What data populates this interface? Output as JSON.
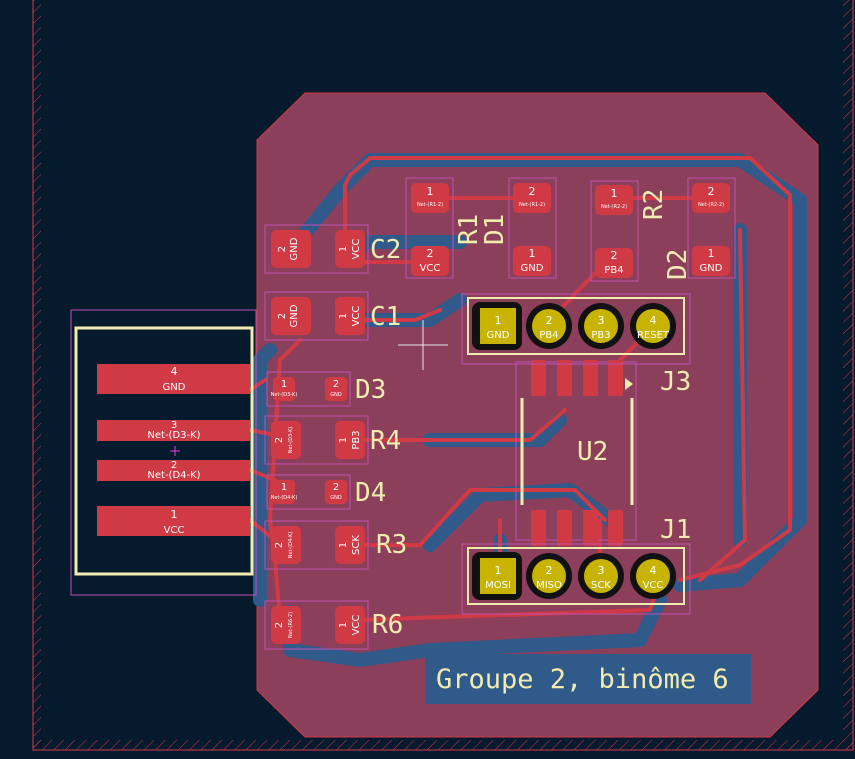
{
  "board": {
    "colors": {
      "background": "#061a2e",
      "copper_pour": "#8c3f5a",
      "copper_back": "#2f5a8a",
      "copper_front": "#d03a44",
      "silkscreen": "#f2ecb0",
      "courtyard": "#c050b0",
      "edge_cuts": "#d03a44"
    },
    "silk_text": "Groupe 2, binôme 6"
  },
  "components": {
    "C2": {
      "ref": "C2",
      "pad1": "VCC",
      "pad2": "GND",
      "n1": "1",
      "n2": "2"
    },
    "C1": {
      "ref": "C1",
      "pad1": "VCC",
      "pad2": "GND",
      "n1": "1",
      "n2": "2"
    },
    "R1": {
      "ref": "R1",
      "pad1": "Net-(R1-2)",
      "pad2": "VCC",
      "n1": "1",
      "n2": "2"
    },
    "D1": {
      "ref": "D1",
      "pad1": "GND",
      "pad2": "Net-(R1-2)",
      "n1": "1",
      "n2": "2"
    },
    "R2": {
      "ref": "R2",
      "pad1": "Net-(R2-2)",
      "pad2": "PB4",
      "n1": "1",
      "n2": "2"
    },
    "D2": {
      "ref": "D2",
      "pad1": "GND",
      "pad2": "Net-(R2-2)",
      "n1": "1",
      "n2": "2"
    },
    "D3": {
      "ref": "D3",
      "pad1": "Net-(D3-K)",
      "pad2": "GND",
      "n1": "1",
      "n2": "2"
    },
    "R4": {
      "ref": "R4",
      "pad1": "PB3",
      "pad2": "Net-(D3-K)",
      "n1": "1",
      "n2": "2"
    },
    "D4": {
      "ref": "D4",
      "pad1": "Net-(D4-K)",
      "pad2": "GND",
      "n1": "1",
      "n2": "2"
    },
    "R3": {
      "ref": "R3",
      "pad1": "SCK",
      "pad2": "Net-(D4-K)",
      "n1": "1",
      "n2": "2"
    },
    "R6": {
      "ref": "R6",
      "pad1": "VCC",
      "pad2": "Net-(R6-2)",
      "n1": "1",
      "n2": "2"
    },
    "U2": {
      "ref": "U2"
    },
    "J3": {
      "ref": "J3",
      "pins": [
        {
          "num": "1",
          "net": "GND"
        },
        {
          "num": "2",
          "net": "PB4"
        },
        {
          "num": "3",
          "net": "PB3"
        },
        {
          "num": "4",
          "net": "RESET"
        }
      ]
    },
    "J1": {
      "ref": "J1",
      "pins": [
        {
          "num": "1",
          "net": "MOSI"
        },
        {
          "num": "2",
          "net": "MISO"
        },
        {
          "num": "3",
          "net": "SCK"
        },
        {
          "num": "4",
          "net": "VCC"
        }
      ]
    },
    "USB": {
      "pads": [
        {
          "num": "4",
          "net": "GND"
        },
        {
          "num": "3",
          "net": "Net-(D3-K)"
        },
        {
          "num": "2",
          "net": "Net-(D4-K)"
        },
        {
          "num": "1",
          "net": "VCC"
        }
      ]
    }
  }
}
